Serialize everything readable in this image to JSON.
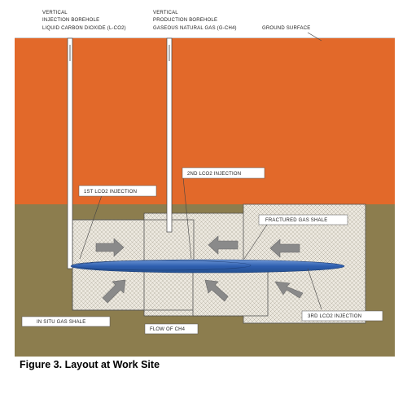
{
  "labels": {
    "injection_line1": "VERTICAL",
    "injection_line2": "INJECTION BOREHOLE",
    "injection_line3": "LIQUID CARBON DIOXIDE (L-CO2)",
    "production_line1": "VERTICAL",
    "production_line2": "PRODUCTION BOREHOLE",
    "production_line3": "GASEOUS NATURAL GAS (G-CH4)",
    "ground_surface": "GROUND SURFACE",
    "first_injection": "1ST LCO2 INJECTION",
    "second_injection": "2ND LCO2 INJECTION",
    "third_injection": "3RD LCO2 INJECTION",
    "fractured_shale": "FRACTURED GAS SHALE",
    "in_situ_shale": "IN SITU GAS SHALE",
    "flow": "FLOW OF CH4"
  },
  "caption": "Figure 3. Layout at Work Site",
  "colors": {
    "orange_layer": "#e2692a",
    "shale_layer": "#8c7d4e",
    "fracture_zone": "#ece8df",
    "co2_plume": "#3f6fc0",
    "arrow_fill": "#8a8a8a",
    "borehole": "#ffffff"
  }
}
